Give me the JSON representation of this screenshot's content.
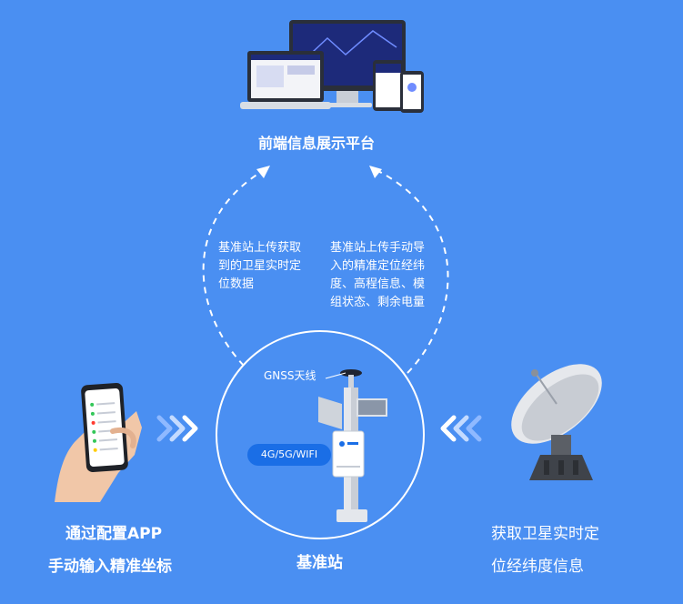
{
  "platform": {
    "title": "前端信息展示平台"
  },
  "arrow_notes": {
    "left": [
      "基准站上传获取",
      "到的卫星实时定",
      "位数据"
    ],
    "right": [
      "基准站上传手动导",
      "入的精准定位经纬",
      "度、高程信息、模",
      "组状态、剩余电量"
    ]
  },
  "station": {
    "title": "基准站",
    "antenna_label": "GNSS天线",
    "network_label": "4G/5G/WIFI"
  },
  "app_node": {
    "lines": [
      "通过配置APP",
      "手动输入精准坐标"
    ]
  },
  "satellite_node": {
    "lines": [
      "获取卫星实时定",
      "位经纬度信息"
    ]
  },
  "colors": {
    "background": "#4a8ff2",
    "accent": "#1a6ee6",
    "white": "#ffffff"
  }
}
